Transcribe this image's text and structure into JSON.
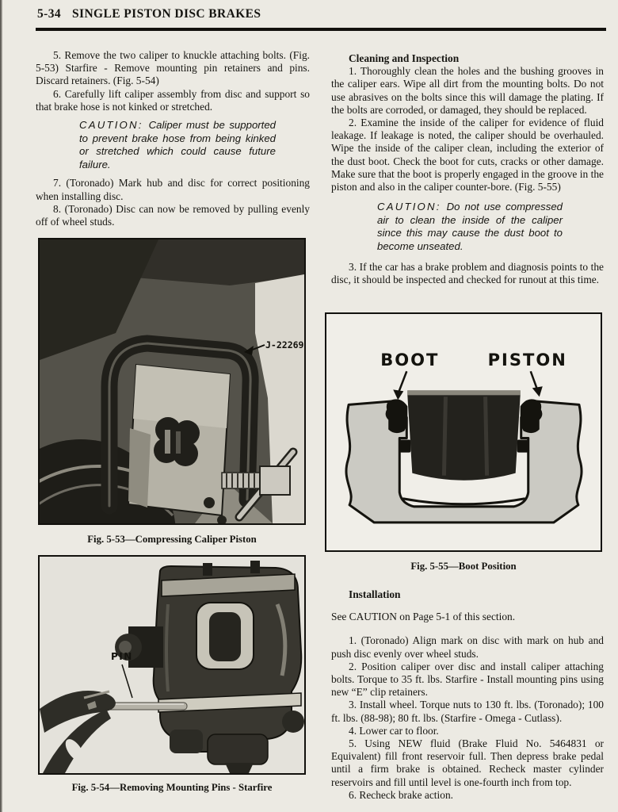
{
  "page": {
    "number": "5-34",
    "title": "SINGLE PISTON DISC BRAKES"
  },
  "left_column": {
    "step5": "5. Remove the two caliper to knuckle attaching bolts. (Fig. 5-53) Starfire - Remove mounting pin retainers and pins. Discard retainers. (Fig. 5-54)",
    "step6": "6. Carefully lift caliper assembly from disc and support so that brake hose is not kinked or stretched.",
    "caution": {
      "prefix": "CAUTION:",
      "text": "Caliper must be supported to prevent brake hose from being kinked or stretched which could cause future failure."
    },
    "step7": "7. (Toronado) Mark hub and disc for correct positioning when installing disc.",
    "step8": "8. (Toronado) Disc can now be removed by pulling evenly off of wheel studs.",
    "fig53": {
      "callout": "J-22269",
      "caption": "Fig. 5-53—Compressing Caliper Piston"
    },
    "fig54": {
      "callout": "PIN",
      "caption": "Fig. 5-54—Removing Mounting Pins - Starfire"
    }
  },
  "right_column": {
    "cleaning_heading": "Cleaning and Inspection",
    "clean1": "1. Thoroughly clean the holes and the bushing grooves in the caliper ears. Wipe all dirt from the mounting bolts. Do not use abrasives on the bolts since this will damage the plating. If the bolts are corroded, or damaged, they should be replaced.",
    "clean2": "2. Examine the inside of the caliper for evidence of fluid leakage. If leakage is noted, the caliper should be overhauled. Wipe the inside of the caliper clean, including the exterior of the dust boot. Check the boot for cuts, cracks or other damage. Make sure that the boot is properly engaged in the groove in the piston and also in the caliper counter-bore. (Fig. 5-55)",
    "caution": {
      "prefix": "CAUTION:",
      "text": "Do not use compressed air to clean the inside of the caliper since this may cause the dust boot to become unseated."
    },
    "clean3": "3. If the car has a brake problem and diagnosis points to the disc, it should be inspected and checked for runout at this time.",
    "fig55": {
      "label_boot": "BOOT",
      "label_piston": "PISTON",
      "caption": "Fig. 5-55—Boot Position"
    },
    "installation_heading": "Installation",
    "installation_intro": "See CAUTION on Page 5-1 of this section.",
    "install1": "1. (Toronado) Align mark on disc with mark on hub and push disc evenly over wheel studs.",
    "install2": "2. Position caliper over disc and install caliper attaching bolts. Torque to 35 ft. lbs. Starfire - Install mounting pins using new “E” clip retainers.",
    "install3": "3. Install wheel. Torque nuts to 130 ft. lbs. (Toronado); 100 ft. lbs. (88-98); 80 ft. lbs. (Starfire - Omega - Cutlass).",
    "install4": "4. Lower car to floor.",
    "install5": "5. Using NEW fluid (Brake Fluid No. 5464831 or Equivalent) fill front reservoir full. Then depress brake pedal until a firm brake is obtained. Recheck master cylinder reservoirs and fill until level is one-fourth inch from top.",
    "install6": "6. Recheck brake action."
  }
}
